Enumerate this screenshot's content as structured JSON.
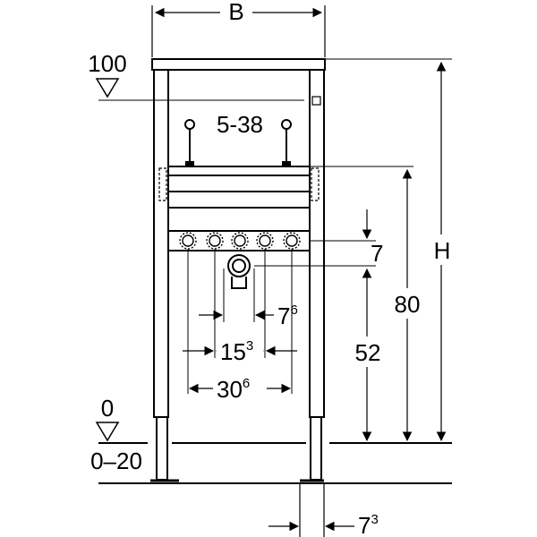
{
  "labels": {
    "width_b": "B",
    "height_h": "H",
    "top_level": "100",
    "floor_level": "0",
    "floor_range": "0–20",
    "hole_span": "5-38",
    "dim_7": "7",
    "dim_80": "80",
    "dim_52": "52",
    "dim_7_6_base": "7",
    "dim_7_6_sup": "6",
    "dim_15_3_base": "15",
    "dim_15_3_sup": "3",
    "dim_30_6_base": "30",
    "dim_30_6_sup": "6",
    "dim_7_3_base": "7",
    "dim_7_3_sup": "3"
  }
}
